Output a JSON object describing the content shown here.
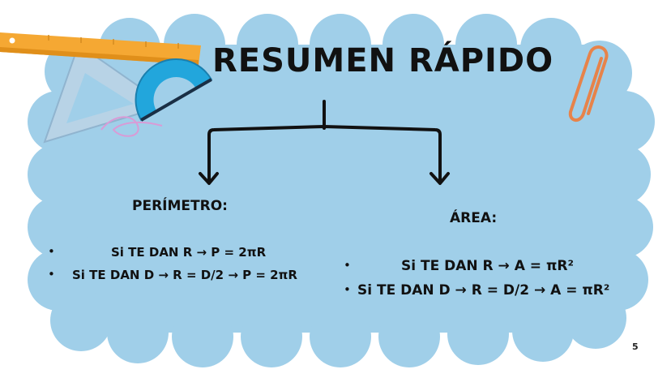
{
  "title": "RESUMEN RÁPIDO",
  "perimetro": {
    "heading": "PERÍMETRO:",
    "items": [
      "Si TE DAN R → P = 2πR",
      "Si TE DAN D → R = D/2 → P = 2πR"
    ]
  },
  "area": {
    "heading": "ÁREA:",
    "items": [
      "Si TE DAN R → A = πR²",
      "Si TE DAN D → R = D/2 → A = πR²"
    ]
  },
  "page_number": "5",
  "colors": {
    "cloud": "#a0cfe9",
    "ruler": "#f5a833",
    "protractor": "#22a6dc",
    "paperclip": "#e7834a",
    "triangle": "#b8d3e6",
    "doodle": "#d99bd6"
  },
  "icons": [
    "ruler-icon",
    "triangle-ruler-icon",
    "protractor-icon",
    "paperclip-icon"
  ]
}
